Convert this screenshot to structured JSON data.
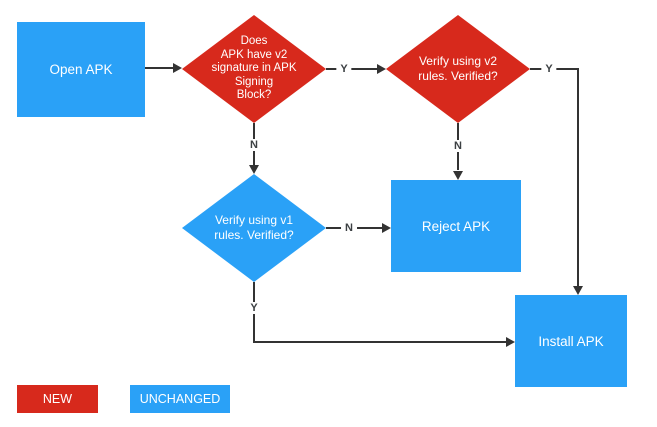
{
  "flowchart": {
    "nodes": {
      "open_apk": {
        "label": "Open APK",
        "status": "unchanged",
        "shape": "rect"
      },
      "v2_signature_check": {
        "label": "Does\nAPK have v2\nsignature in APK\nSigning\nBlock?",
        "status": "new",
        "shape": "diamond"
      },
      "verify_v2": {
        "label": "Verify using v2\nrules. Verified?",
        "status": "new",
        "shape": "diamond"
      },
      "verify_v1": {
        "label": "Verify using v1\nrules. Verified?",
        "status": "unchanged",
        "shape": "diamond"
      },
      "reject_apk": {
        "label": "Reject APK",
        "status": "unchanged",
        "shape": "rect"
      },
      "install_apk": {
        "label": "Install APK",
        "status": "unchanged",
        "shape": "rect"
      }
    },
    "edge_labels": {
      "v2check_yes": "Y",
      "v2check_no": "N",
      "verifyv2_yes": "Y",
      "verifyv2_no": "N",
      "verifyv1_no": "N",
      "verifyv1_yes": "Y"
    },
    "legend": {
      "new_label": "NEW",
      "unchanged_label": "UNCHANGED"
    },
    "colors": {
      "new": "#d7291c",
      "unchanged": "#2aa1f7",
      "connector": "#333333",
      "edge_label_text": "#3c4043",
      "node_text": "#ffffff",
      "background": "#ffffff"
    }
  }
}
